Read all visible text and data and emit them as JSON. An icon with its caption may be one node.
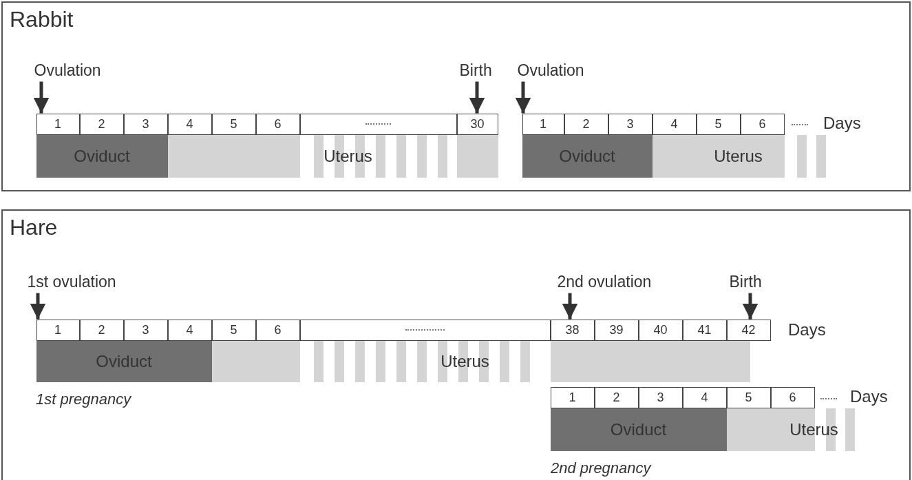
{
  "diagram": {
    "nodes": [
      {
        "text": [
          "Rabbit"
        ]
      },
      {
        "text": [
          "Ovulation"
        ],
        "in": 0
      },
      {
        "text": [
          "Birth"
        ],
        "in": 0
      },
      {
        "text": [
          "Ovulation"
        ],
        "in": 0
      },
      {
        "text": [
          "1"
        ],
        "in": 0
      },
      {
        "text": [
          "2"
        ],
        "in": 0
      },
      {
        "text": [
          "3"
        ],
        "in": 0
      },
      {
        "text": [
          "4"
        ],
        "in": 0
      },
      {
        "text": [
          "5"
        ],
        "in": 0
      },
      {
        "text": [
          "6"
        ],
        "in": 0
      },
      {
        "text": [],
        "shape": "box",
        "in": 0
      },
      {
        "text": [
          "30"
        ],
        "in": 0
      },
      {
        "text": [
          "1"
        ],
        "in": 0
      },
      {
        "text": [
          "2"
        ],
        "in": 0
      },
      {
        "text": [
          "3"
        ],
        "in": 0
      },
      {
        "text": [
          "4"
        ],
        "in": 0
      },
      {
        "text": [
          "5"
        ],
        "in": 0
      },
      {
        "text": [
          "6"
        ],
        "in": 0
      },
      {
        "text": [
          "Oviduct"
        ],
        "in": 0
      },
      {
        "text": [
          "Uterus"
        ],
        "in": 0
      },
      {
        "text": [
          "Oviduct"
        ],
        "in": 0
      },
      {
        "text": [
          "Uterus"
        ],
        "in": 0
      },
      {
        "text": [
          "Hare"
        ]
      },
      {
        "text": [
          "1st ovulation"
        ],
        "in": 22
      },
      {
        "text": [
          "2nd ovulation"
        ],
        "in": 22
      },
      {
        "text": [
          "Birth"
        ],
        "in": 22
      },
      {
        "text": [
          "1"
        ],
        "in": 22
      },
      {
        "text": [
          "2"
        ],
        "in": 22
      },
      {
        "text": [
          "3"
        ],
        "in": 22
      },
      {
        "text": [
          "4"
        ],
        "in": 22
      },
      {
        "text": [
          "5"
        ],
        "in": 22
      },
      {
        "text": [
          "6"
        ],
        "in": 22
      },
      {
        "text": [],
        "shape": "box",
        "in": 22
      },
      {
        "text": [
          "38"
        ],
        "in": 22
      },
      {
        "text": [
          "39"
        ],
        "in": 22
      },
      {
        "text": [
          "40"
        ],
        "in": 22
      },
      {
        "text": [
          "41"
        ],
        "in": 22
      },
      {
        "text": [
          "42"
        ],
        "in": 22
      },
      {
        "text": [
          "Oviduct"
        ],
        "in": 22
      },
      {
        "text": [
          "Uterus"
        ],
        "in": 22
      },
      {
        "text": [
          "1"
        ],
        "in": 22
      },
      {
        "text": [
          "2"
        ],
        "in": 22
      },
      {
        "text": [
          "3"
        ],
        "in": 22
      },
      {
        "text": [
          "4"
        ],
        "in": 22
      },
      {
        "text": [
          "5"
        ],
        "in": 22
      },
      {
        "text": [
          "6"
        ],
        "in": 22
      },
      {
        "text": [
          "Oviduct"
        ],
        "in": 22
      },
      {
        "text": [
          "Uterus"
        ],
        "in": 22
      }
    ],
    "edges": [
      {
        "from": 1,
        "to": 4,
        "arrow": "to"
      },
      {
        "from": 2,
        "to": 11,
        "arrow": "to"
      },
      {
        "from": 3,
        "to": 12,
        "arrow": "to"
      },
      {
        "from": 23,
        "to": 26,
        "arrow": "to"
      },
      {
        "from": 24,
        "to": 33,
        "arrow": "to"
      },
      {
        "from": 25,
        "to": 37,
        "arrow": "to"
      }
    ],
    "labels": [
      "Days",
      "Days",
      "1st pregnancy",
      "Days",
      "2nd pregnancy"
    ]
  }
}
